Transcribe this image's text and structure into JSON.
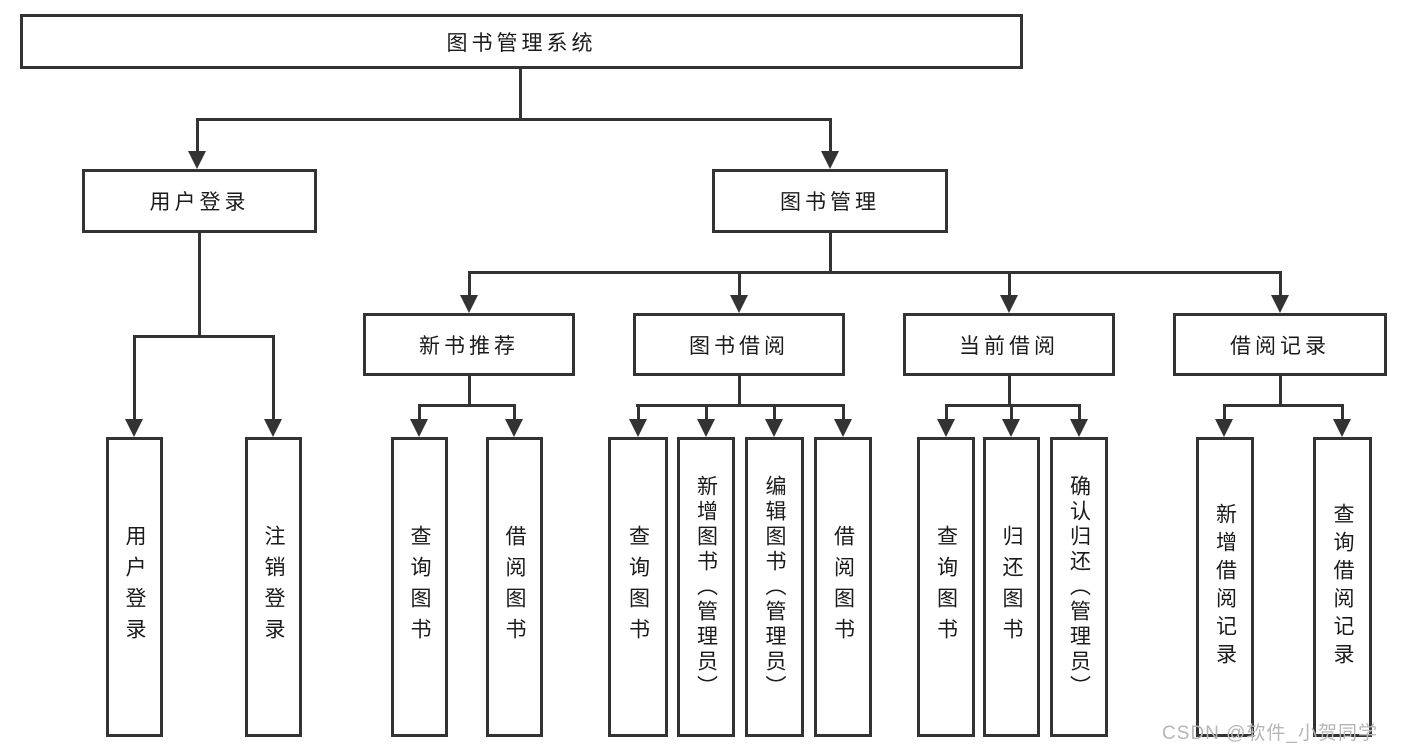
{
  "root": {
    "label": "图书管理系统"
  },
  "level2": {
    "user_login": {
      "label": "用户登录"
    },
    "book_management": {
      "label": "图书管理"
    }
  },
  "level3": {
    "new_book_recommend": {
      "label": "新书推荐"
    },
    "book_borrow": {
      "label": "图书借阅"
    },
    "current_borrow": {
      "label": "当前借阅"
    },
    "borrow_records": {
      "label": "借阅记录"
    }
  },
  "leaves": {
    "user_login_leaf": {
      "label": "用户登录"
    },
    "logout_leaf": {
      "label": "注销登录"
    },
    "query_book_recommend": {
      "label": "查询图书"
    },
    "borrow_book_recommend": {
      "label": "借阅图书"
    },
    "query_book_borrow": {
      "label": "查询图书"
    },
    "add_book_admin": {
      "label": "新增图书（管理员）"
    },
    "edit_book_admin": {
      "label": "编辑图书（管理员）"
    },
    "borrow_book_borrow": {
      "label": "借阅图书"
    },
    "query_book_current": {
      "label": "查询图书"
    },
    "return_book": {
      "label": "归还图书"
    },
    "confirm_return_admin": {
      "label": "确认归还（管理员）"
    },
    "add_borrow_record": {
      "label": "新增借阅记录"
    },
    "query_borrow_record": {
      "label": "查询借阅记录"
    }
  },
  "watermark": {
    "text": "CSDN @软件_小贺同学"
  },
  "colors": {
    "line": "#333333",
    "text": "#1b1b1b",
    "watermark": "#b6b6b6",
    "background": "#ffffff"
  }
}
